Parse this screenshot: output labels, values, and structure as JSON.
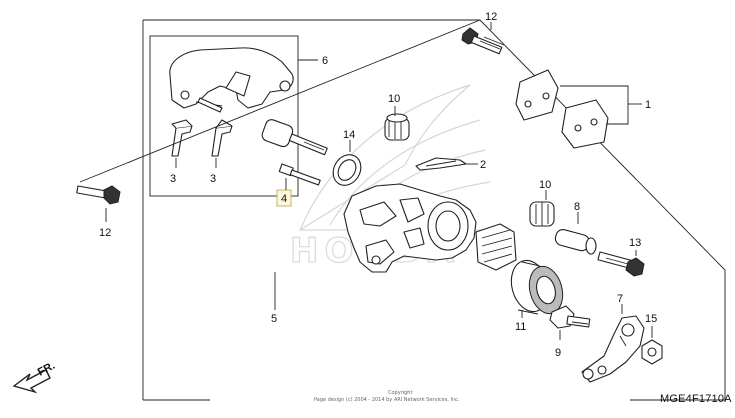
{
  "callouts": {
    "c1": "1",
    "c2": "2",
    "c3a": "3",
    "c3b": "3",
    "c4": "4",
    "c5": "5",
    "c6": "6",
    "c7": "7",
    "c8": "8",
    "c9": "9",
    "c10a": "10",
    "c10b": "10",
    "c11": "11",
    "c12a": "12",
    "c12b": "12",
    "c13": "13",
    "c14": "14",
    "c15": "15"
  },
  "diagram_code": "MGE4F1710A",
  "fr_label": "FR.",
  "copyright": {
    "line1": "Copyright",
    "line2": "Page design (c) 2004 - 2014 by ARI Network Services, Inc."
  },
  "watermark_text": "HONDA",
  "colors": {
    "line": "#222222",
    "highlight_box": "#c9b36a",
    "highlight_fill": "#fbf6de",
    "watermark": "#d6d6d6"
  }
}
